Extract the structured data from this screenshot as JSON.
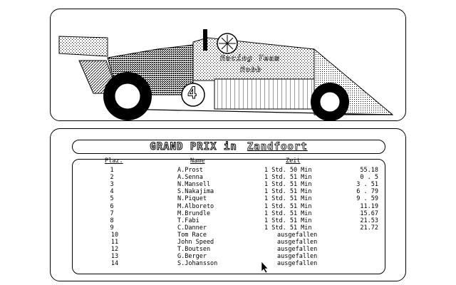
{
  "car": {
    "sponsor_line1": "Racing Team",
    "sponsor_line2": "Robb",
    "number": "4"
  },
  "results": {
    "title": "GRAND PRIX in",
    "track": "Zandfoort",
    "headers": {
      "place": "Plaz.",
      "name": "Name",
      "time": "Zeit"
    },
    "finishers": [
      {
        "pos": "1",
        "name": "A.Prost",
        "time": "1 Std. 50 Min",
        "gap": "55.18"
      },
      {
        "pos": "2",
        "name": "A.Senna",
        "time": "1 Std. 51 Min",
        "gap": "0 . 5"
      },
      {
        "pos": "3",
        "name": "N.Mansell",
        "time": "1 Std. 51 Min",
        "gap": "3 . 51"
      },
      {
        "pos": "4",
        "name": "S.Nakajima",
        "time": "1 Std. 51 Min",
        "gap": "6 . 79"
      },
      {
        "pos": "5",
        "name": "N.Piquet",
        "time": "1 Std. 51 Min",
        "gap": "9 . 59"
      },
      {
        "pos": "6",
        "name": "M.Alboreto",
        "time": "1 Std. 51 Min",
        "gap": "11.19"
      },
      {
        "pos": "7",
        "name": "M.Brundle",
        "time": "1 Std. 51 Min",
        "gap": "15.67"
      },
      {
        "pos": "8",
        "name": "T.Fabi",
        "time": "1 Std. 51 Min",
        "gap": "21.53"
      },
      {
        "pos": "9",
        "name": "C.Danner",
        "time": "1 Std. 51 Min",
        "gap": "21.72"
      }
    ],
    "retired": [
      {
        "pos": "10",
        "name": "Tom Race",
        "status": "ausgefallen"
      },
      {
        "pos": "11",
        "name": "John Speed",
        "status": "ausgefallen"
      },
      {
        "pos": "12",
        "name": "T.Boutsen",
        "status": "ausgefallen"
      },
      {
        "pos": "13",
        "name": "G.Berger",
        "status": "ausgefallen"
      },
      {
        "pos": "14",
        "name": "S.Johansson",
        "status": "ausgefallen"
      }
    ]
  }
}
